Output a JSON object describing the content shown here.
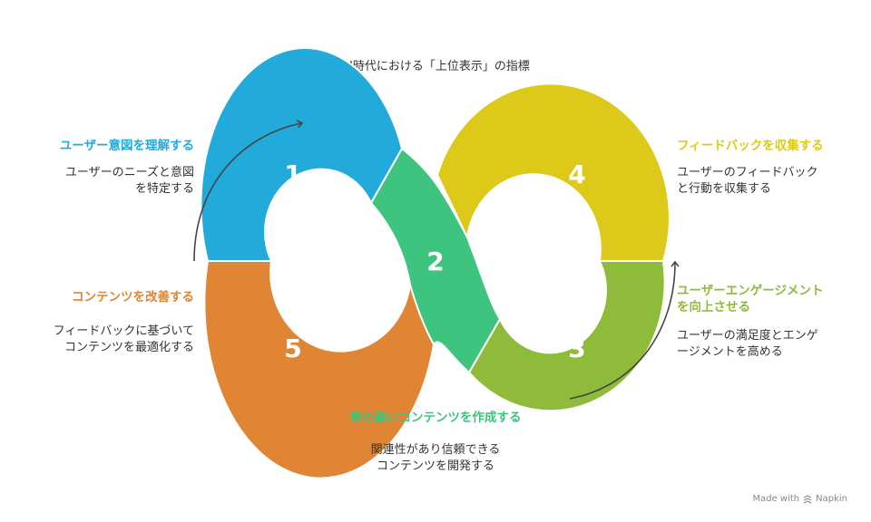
{
  "title": "AI時代における「上位表示」の指標",
  "colors": {
    "step1": "#22AADA",
    "step2": "#3EC47F",
    "step3": "#8EBB3A",
    "step4": "#DDC91A",
    "step5": "#E08533",
    "text": "#333333"
  },
  "steps": [
    {
      "number": "1",
      "heading": "ユーザー意図を理解する",
      "desc_lines": [
        "ユーザーのニーズと意図",
        "を特定する"
      ]
    },
    {
      "number": "2",
      "heading": "質の高いコンテンツを作成する",
      "desc_lines": [
        "関連性があり信頼できる",
        "コンテンツを開発する"
      ]
    },
    {
      "number": "3",
      "heading_lines": [
        "ユーザーエンゲージメント",
        "を向上させる"
      ],
      "desc_lines": [
        "ユーザーの満足度とエンゲ",
        "ージメントを高める"
      ]
    },
    {
      "number": "4",
      "heading": "フィードバックを収集する",
      "desc_lines": [
        "ユーザーのフィードバック",
        "と行動を収集する"
      ]
    },
    {
      "number": "5",
      "heading": "コンテンツを改善する",
      "desc_lines": [
        "フィードバックに基づいて",
        "コンテンツを最適化する"
      ]
    }
  ],
  "footer": {
    "text": "Made with",
    "brand": "Napkin",
    "icon": "napkin-logo-icon"
  }
}
